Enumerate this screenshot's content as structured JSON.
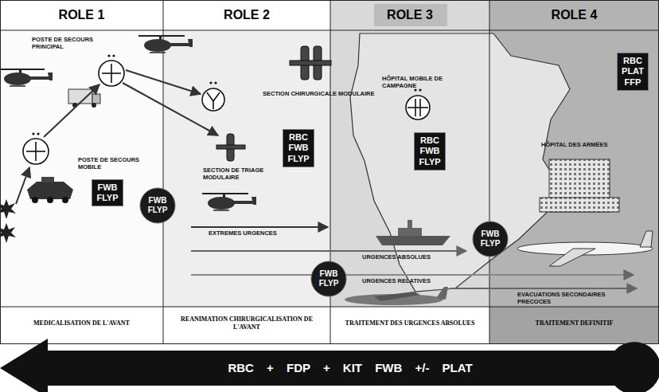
{
  "diagram": {
    "nodes": [
      {
        "text": [
          "ROLE 1",
          "MEDICALISATION DE L'AVANT"
        ]
      },
      {
        "text": [
          "ROLE 2",
          "REANIMATION CHIRURGICALISATION DE L'AVANT"
        ]
      },
      {
        "text": [
          "ROLE 3",
          "TRAITEMENT DES URGENCES ABSOLUES"
        ]
      },
      {
        "text": [
          "ROLE 4",
          "TRAITEMENT DEFINITIF"
        ]
      },
      {
        "text": [
          "FWB FLYP"
        ],
        "in": 0
      },
      {
        "text": [
          "RBC FWB FLYP"
        ],
        "in": 1
      },
      {
        "text": [
          "RBC FWB FLYP"
        ],
        "in": 2
      },
      {
        "text": [
          "RBC PLAT FFP"
        ],
        "in": 3
      },
      {
        "text": [
          "FWB FLYP"
        ]
      },
      {
        "text": [
          "FWB FLYP"
        ]
      },
      {
        "text": [
          "FWB FLYP"
        ]
      },
      {
        "text": [
          "RBC + FDP + KIT FWB +/- PLAT"
        ]
      }
    ],
    "labels": [
      "POSTE DE SECOURS PRINCIPAL",
      "POSTE DE SECOURS MOBILE",
      "SECTION CHIRURGICALE MODULAIRE",
      "SECTION DE TRIAGE MODULAIRE",
      "HÔPITAL MOBILE DE CAMPAGNE",
      "HÔPITAL DES ARMÉES",
      "EXTREMES URGENCES",
      "URGENCES ABSOLUES",
      "URGENCES RELATIVES",
      "EVACUATIONS SECONDAIRES PRECOCES"
    ]
  }
}
